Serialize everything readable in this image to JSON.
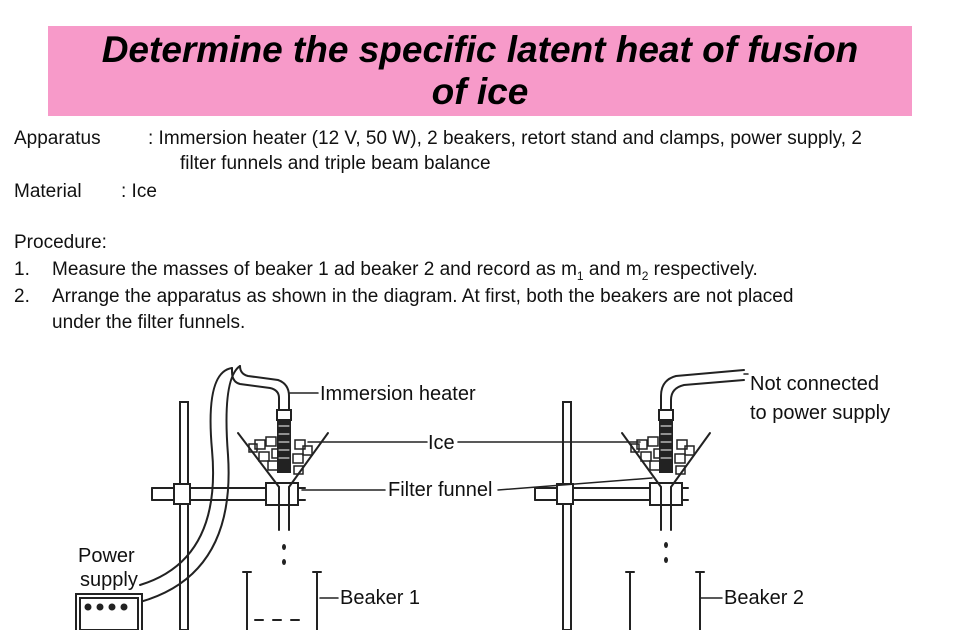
{
  "title": "Determine the specific latent heat of fusion of ice",
  "apparatus": {
    "label": "Apparatus",
    "line1": ": Immersion heater (12 V, 50 W), 2 beakers, retort stand and clamps, power supply, 2",
    "line2": "filter funnels and triple beam balance"
  },
  "material": {
    "label": "Material",
    "value": ": Ice"
  },
  "procedure": {
    "heading": "Procedure:",
    "steps": [
      {
        "num": "1.",
        "text_a": "Measure the masses of beaker 1 ad beaker 2 and record as m",
        "sub_a": "1",
        "text_b": " and m",
        "sub_b": "2",
        "text_c": " respectively."
      },
      {
        "num": "2.",
        "line1": "Arrange the apparatus as shown in the diagram.  At first, both the beakers are not placed",
        "line2": "under the filter funnels."
      }
    ]
  },
  "diagram": {
    "labels": {
      "immersion_heater": "Immersion heater",
      "ice": "Ice",
      "filter_funnel": "Filter funnel",
      "not_connected_1": "Not connected",
      "not_connected_2": "to power supply",
      "power_supply_1": "Power",
      "power_supply_2": "supply",
      "beaker_1": "Beaker 1",
      "beaker_2": "Beaker 2"
    }
  }
}
